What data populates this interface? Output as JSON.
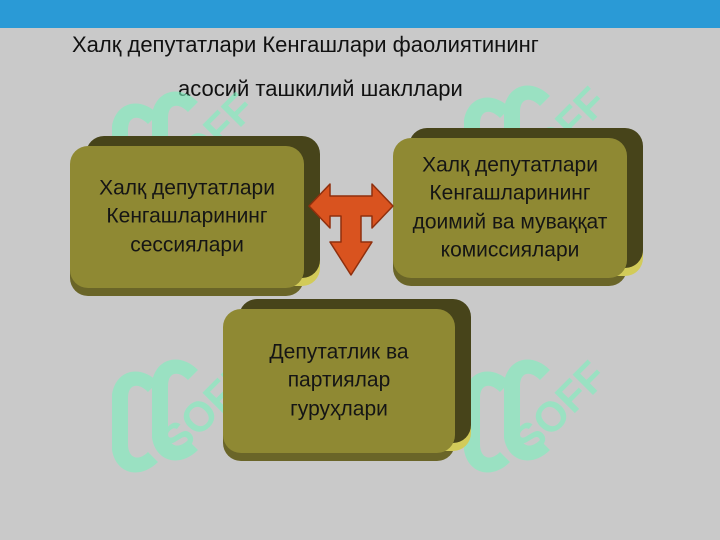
{
  "title": {
    "line1": "Халқ депутатлари Кенгашлари фаолиятининг",
    "line2": "асосий ташкилий шакллари"
  },
  "diagram": {
    "left_box": "Халқ депутатлари\nКенгашларининг\nсессиялари",
    "right_box": "Халқ депутатлари\nКенгашларининг\nдоимий ва муваққат\nкомиссиялари",
    "bottom_box": "Депутатлик ва\nпартиялар\nгуруҳлари"
  },
  "watermark": {
    "text": "SOFF"
  },
  "colors": {
    "top_bar": "#2a9ad6",
    "background": "#c9c9c9",
    "box_fill": "#8f8933",
    "box_edge": "#d2cb59",
    "arrow": "#d9531f",
    "watermark": "#7ef1bf"
  },
  "icons": {
    "arrow": "three-way-arrow-icon",
    "watermark": "soff-logo-icon"
  }
}
